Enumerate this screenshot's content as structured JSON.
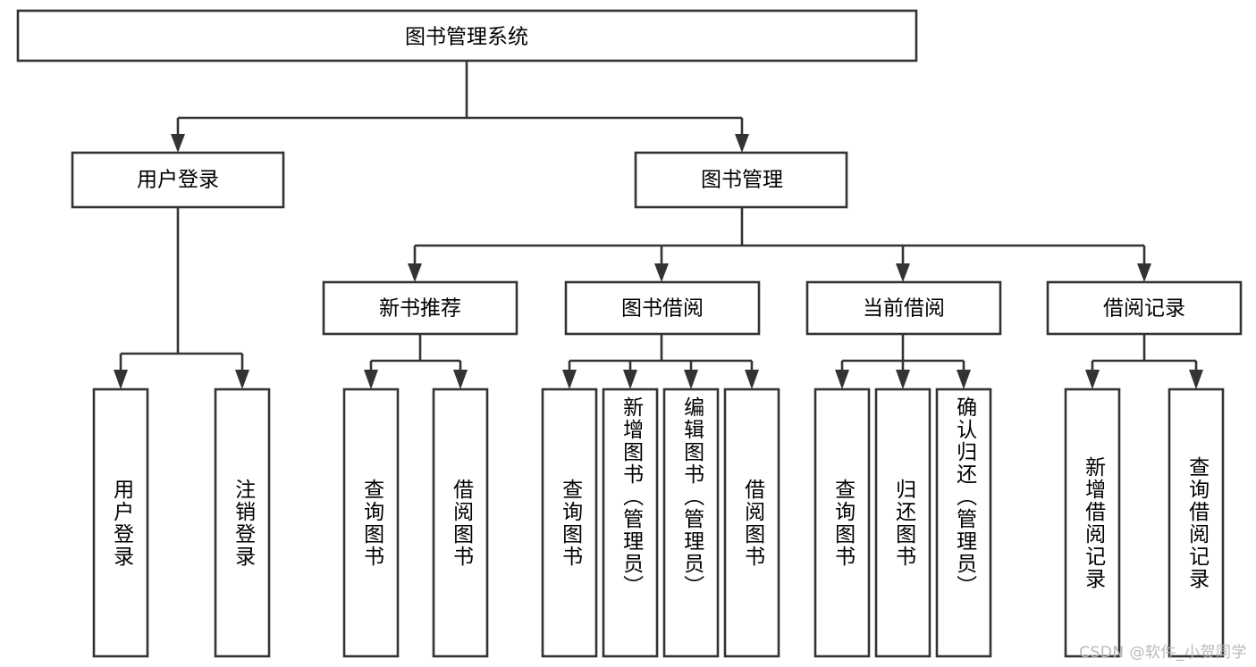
{
  "diagram": {
    "type": "tree-hierarchy-chart",
    "root": {
      "id": "root",
      "label": "图书管理系统"
    },
    "level2": [
      {
        "id": "user-login",
        "label": "用户登录"
      },
      {
        "id": "book-management",
        "label": "图书管理"
      }
    ],
    "level3": [
      {
        "id": "new-book-recommend",
        "label": "新书推荐"
      },
      {
        "id": "book-borrow",
        "label": "图书借阅"
      },
      {
        "id": "current-borrow",
        "label": "当前借阅"
      },
      {
        "id": "borrow-record",
        "label": "借阅记录"
      }
    ],
    "leaves": {
      "user_login": [
        {
          "id": "leaf-user-login",
          "label": "用户登录"
        },
        {
          "id": "leaf-logout-login",
          "label": "注销登录"
        }
      ],
      "new_book_recommend": [
        {
          "id": "leaf-query-book-1",
          "label": "查询图书"
        },
        {
          "id": "leaf-borrow-book-1",
          "label": "借阅图书"
        }
      ],
      "book_borrow": [
        {
          "id": "leaf-query-book-2",
          "label": "查询图书"
        },
        {
          "id": "leaf-add-book",
          "label": "新增图书（管理员）"
        },
        {
          "id": "leaf-edit-book",
          "label": "编辑图书（管理员）"
        },
        {
          "id": "leaf-borrow-book-2",
          "label": "借阅图书"
        }
      ],
      "current_borrow": [
        {
          "id": "leaf-query-book-3",
          "label": "查询图书"
        },
        {
          "id": "leaf-return-book",
          "label": "归还图书"
        },
        {
          "id": "leaf-confirm-return",
          "label": "确认归还（管理员）"
        }
      ],
      "borrow_record": [
        {
          "id": "leaf-add-record",
          "label": "新增借阅记录"
        },
        {
          "id": "leaf-query-record",
          "label": "查询借阅记录"
        }
      ]
    },
    "colors": {
      "box_stroke": "#333333",
      "box_fill": "#ffffff",
      "text": "#000000",
      "connector": "#333333",
      "background": "#ffffff",
      "watermark": "#b9b9b9"
    }
  },
  "watermark": {
    "text": "CSDN @软件_小贺同学"
  }
}
